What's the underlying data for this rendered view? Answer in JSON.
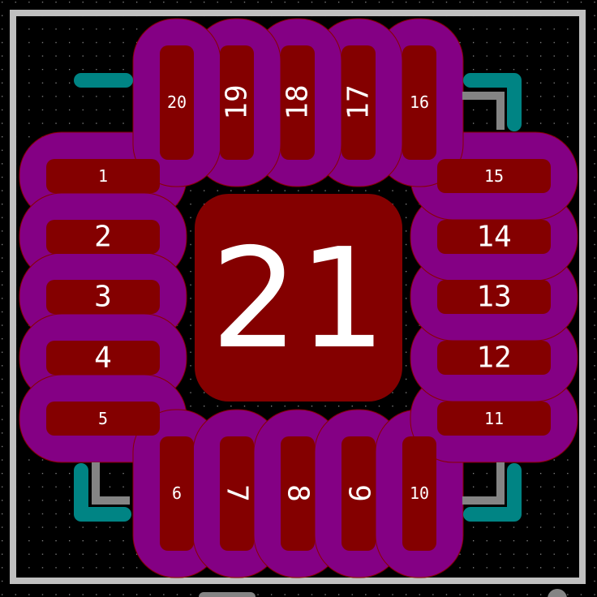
{
  "colors": {
    "background": "#000000",
    "board_edge": "#c0c0c0",
    "solder_mask": "#840084",
    "pad": "#840000",
    "silkscreen": "#008484",
    "courtyard": "#848484",
    "label": "#ffffff"
  },
  "center_pad": {
    "label": "21"
  },
  "pads": [
    {
      "label": "1",
      "side": "left",
      "pos": 0
    },
    {
      "label": "2",
      "side": "left",
      "pos": 1
    },
    {
      "label": "3",
      "side": "left",
      "pos": 2
    },
    {
      "label": "4",
      "side": "left",
      "pos": 3
    },
    {
      "label": "5",
      "side": "left",
      "pos": 4
    },
    {
      "label": "6",
      "side": "bottom",
      "pos": 0
    },
    {
      "label": "7",
      "side": "bottom",
      "pos": 1
    },
    {
      "label": "8",
      "side": "bottom",
      "pos": 2
    },
    {
      "label": "9",
      "side": "bottom",
      "pos": 3
    },
    {
      "label": "10",
      "side": "bottom",
      "pos": 4
    },
    {
      "label": "11",
      "side": "right",
      "pos": 4
    },
    {
      "label": "12",
      "side": "right",
      "pos": 3
    },
    {
      "label": "13",
      "side": "right",
      "pos": 2
    },
    {
      "label": "14",
      "side": "right",
      "pos": 1
    },
    {
      "label": "15",
      "side": "right",
      "pos": 0
    },
    {
      "label": "16",
      "side": "top",
      "pos": 4
    },
    {
      "label": "17",
      "side": "top",
      "pos": 3
    },
    {
      "label": "18",
      "side": "top",
      "pos": 2
    },
    {
      "label": "19",
      "side": "top",
      "pos": 1
    },
    {
      "label": "20",
      "side": "top",
      "pos": 0
    }
  ]
}
